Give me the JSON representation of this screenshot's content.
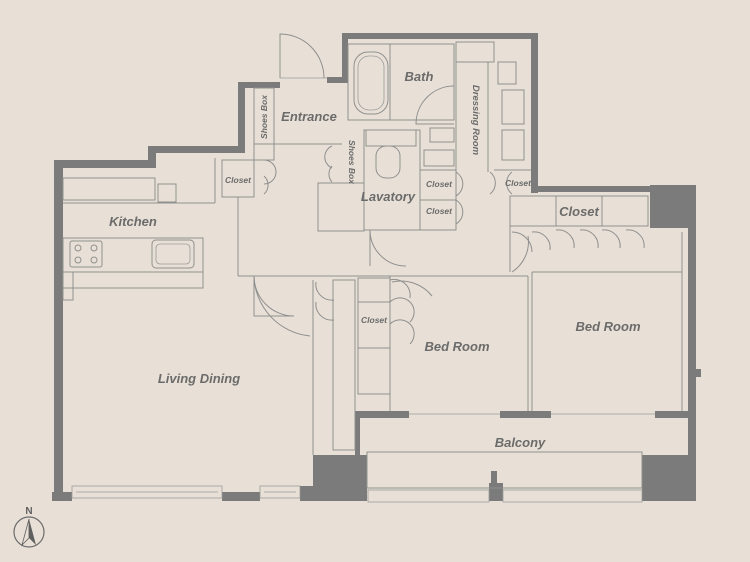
{
  "rooms": {
    "bath": "Bath",
    "entrance": "Entrance",
    "shoes_box_1": "Shoes Box",
    "shoes_box_2": "Shoes Box",
    "dressing_room": "Dressing Room",
    "lavatory": "Lavatory",
    "closet_entrance": "Closet",
    "closet_lav_1": "Closet",
    "closet_lav_2": "Closet",
    "closet_dressing": "Closet",
    "closet_bedroom2": "Closet",
    "closet_bedroom1": "Closet",
    "kitchen": "Kitchen",
    "living_dining": "Living Dining",
    "bedroom_1": "Bed Room",
    "bedroom_2": "Bed Room",
    "balcony": "Balcony"
  },
  "compass": {
    "north": "N"
  },
  "colors": {
    "background": "#e8e0d6",
    "wall": "#7b7b7b",
    "line": "#8f8f8f",
    "label": "#6b6b6b"
  }
}
